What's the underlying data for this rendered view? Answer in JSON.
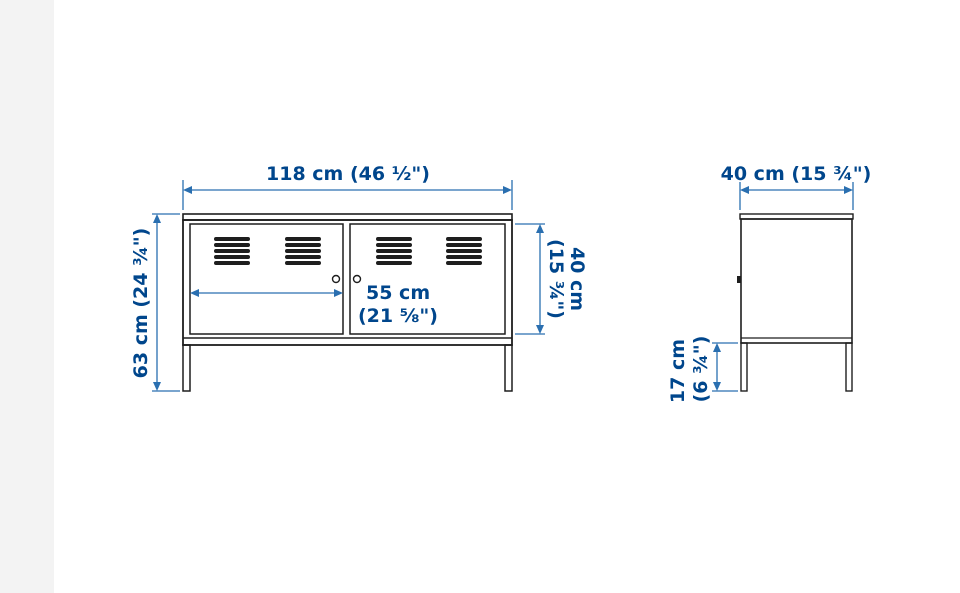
{
  "diagram": {
    "labels": {
      "width_front": "118 cm (46 ½\")",
      "height_total": "63 cm (24 ¾\")",
      "door_width_cm": "55 cm",
      "door_width_in": "(21 ⅝\")",
      "cabinet_height_cm": "40 cm",
      "cabinet_height_in": "(15 ¾\")",
      "depth_side": "40 cm (15 ¾\")",
      "leg_height_cm": "17 cm",
      "leg_height_in": "(6 ¾\")"
    },
    "colors": {
      "dimension_text": "#00468c",
      "dimension_lines": "#2a6fb0",
      "furniture_lines": "#1e1e1e",
      "background": "#ffffff",
      "page_margin": "#f3f3f3"
    }
  }
}
